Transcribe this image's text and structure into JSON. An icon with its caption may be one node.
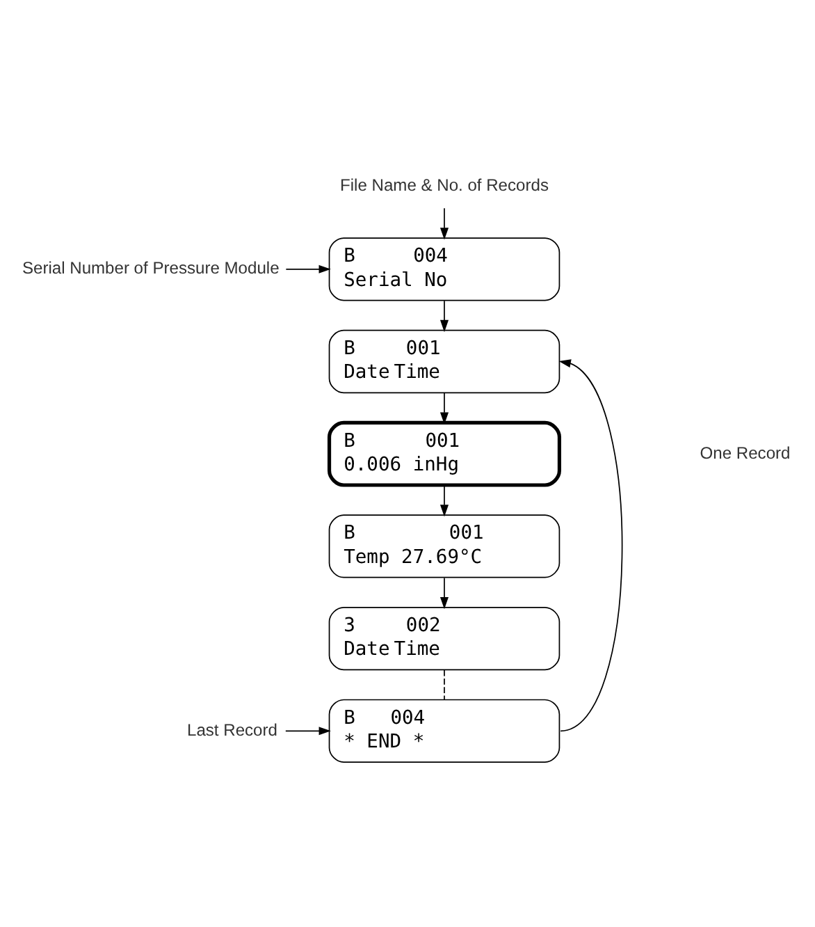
{
  "diagram": {
    "nodes": [
      {
        "text": [
          "File Name & No. of Records"
        ]
      },
      {
        "text": [
          "B",
          "004",
          "Serial No"
        ]
      },
      {
        "text": [
          "Serial Number of Pressure Module"
        ]
      },
      {
        "text": [
          "B",
          "001",
          "Date",
          "Time"
        ]
      },
      {
        "text": [
          "B",
          "001",
          "0.006 inHg"
        ]
      },
      {
        "text": [
          "B",
          "001",
          "Temp 27.69°C"
        ]
      },
      {
        "text": [
          "3",
          "002",
          "Date",
          "Time"
        ]
      },
      {
        "text": [
          "B",
          "004",
          "* END *"
        ]
      },
      {
        "text": [
          "Last Record"
        ]
      }
    ],
    "edges": [
      {
        "from": 0,
        "to": 1,
        "arrow": "to"
      },
      {
        "from": 2,
        "to": 1,
        "arrow": "to"
      },
      {
        "from": 1,
        "to": 3,
        "arrow": "to"
      },
      {
        "from": 3,
        "to": 4,
        "arrow": "to"
      },
      {
        "from": 4,
        "to": 5,
        "arrow": "to"
      },
      {
        "from": 5,
        "to": 6,
        "arrow": "to"
      },
      {
        "from": 6,
        "to": 7,
        "arrow": "none",
        "style": "dashed"
      },
      {
        "from": 7,
        "to": 3,
        "arrow": "to"
      },
      {
        "from": 8,
        "to": 7,
        "arrow": "to"
      }
    ],
    "labels": [
      "One Record"
    ]
  }
}
